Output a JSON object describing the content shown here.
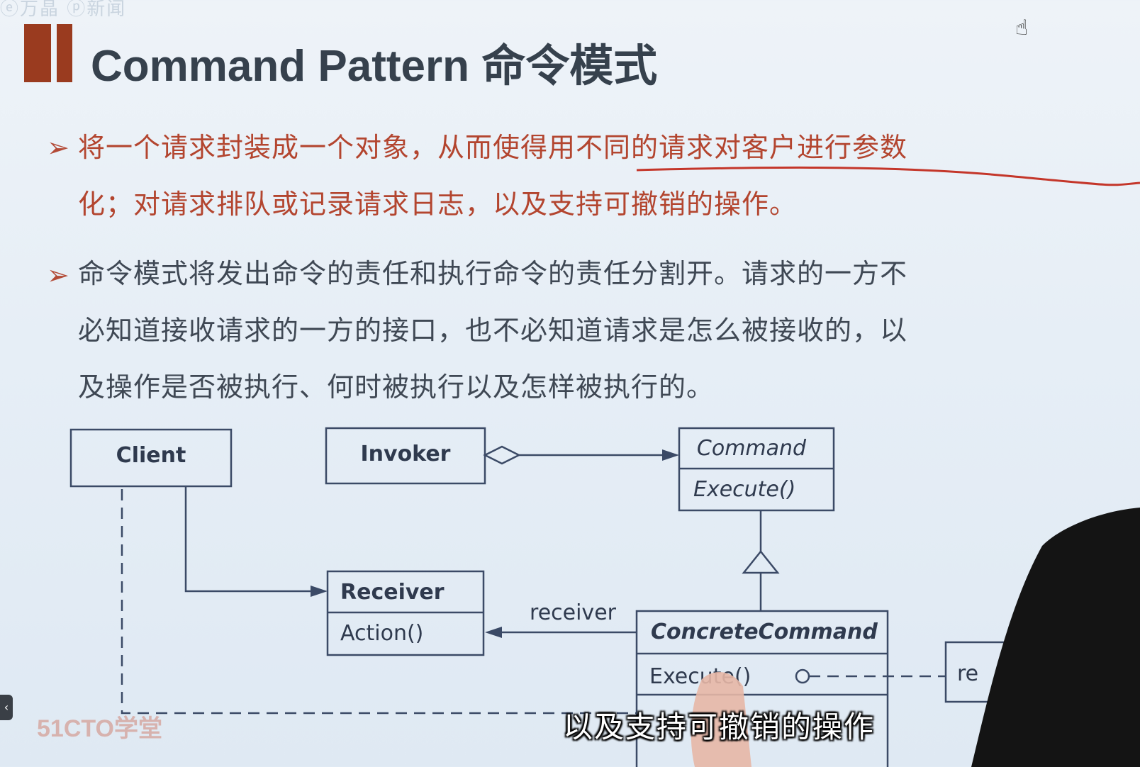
{
  "top_faint_text": "ⓔ万晶 ⓟ新闻",
  "title": "Command Pattern 命令模式",
  "bullets": {
    "marker": "➢",
    "first": {
      "line1": "将一个请求封装成一个对象，从而使得用不同的请求对客户进行参数",
      "line2": "化；对请求排队或记录请求日志，以及支持可撤销的操作。"
    },
    "second": {
      "line1": "命令模式将发出命令的责任和执行命令的责任分割开。请求的一方不",
      "line2": "必知道接收请求的一方的接口，也不必知道请求是怎么被接收的，以",
      "line3": "及操作是否被执行、何时被执行以及怎样被执行的。"
    }
  },
  "uml": {
    "client": "Client",
    "invoker": "Invoker",
    "command": {
      "name": "Command",
      "op": "Execute()"
    },
    "receiver": {
      "name": "Receiver",
      "op": "Action()"
    },
    "concrete": {
      "name": "ConcreteCommand",
      "op": "Execute()"
    },
    "assoc_label": "receiver",
    "partial_box": "re"
  },
  "colors": {
    "accent_red": "#b3452f",
    "title_bar": "#9a3b1f",
    "diagram_stroke": "#3b4a66"
  },
  "watermark": "51CTO学堂",
  "subtitle": "以及支持可撤销的操作",
  "cursor_icon": "hand-pointer-icon",
  "side_button_icon": "chevron-left-icon",
  "side_button_glyph": "‹"
}
